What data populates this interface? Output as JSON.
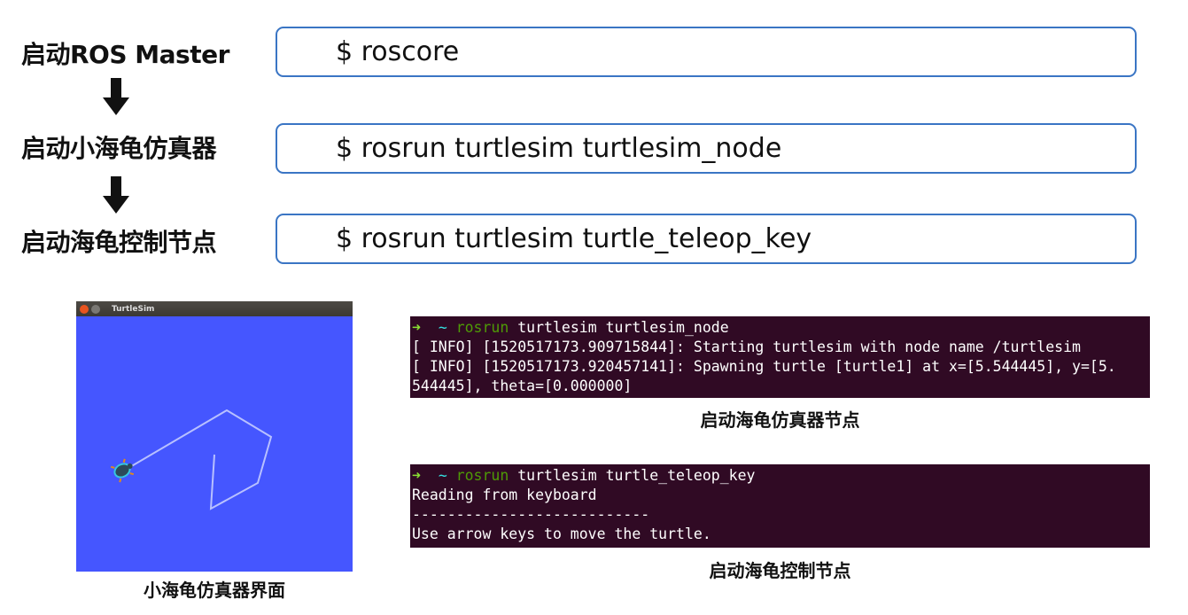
{
  "steps": [
    {
      "label": "启动ROS Master",
      "command": "$ roscore"
    },
    {
      "label": "启动小海龟仿真器",
      "command": "$ rosrun turtlesim turtlesim_node"
    },
    {
      "label": "启动海龟控制节点",
      "command": "$ rosrun turtlesim turtle_teleop_key"
    }
  ],
  "turtlesim": {
    "title": "TurtleSim",
    "background": "#4556ff",
    "caption": "小海龟仿真器界面"
  },
  "terminal1": {
    "prompt_arrow": "➜",
    "prompt_dir": "~",
    "cmd": "rosrun",
    "args": " turtlesim turtlesim_node",
    "lines": [
      "[ INFO] [1520517173.909715844]: Starting turtlesim with node name /turtlesim",
      "[ INFO] [1520517173.920457141]: Spawning turtle [turtle1] at x=[5.544445], y=[5.",
      "544445], theta=[0.000000]"
    ],
    "caption": "启动海龟仿真器节点"
  },
  "terminal2": {
    "prompt_arrow": "➜",
    "prompt_dir": "~",
    "cmd": "rosrun",
    "args": " turtlesim turtle_teleop_key",
    "lines": [
      "Reading from keyboard",
      "---------------------------",
      "Use arrow keys to move the turtle."
    ],
    "caption": "启动海龟控制节点"
  },
  "colors": {
    "box_border": "#3a75c4",
    "terminal_bg": "#300a24"
  }
}
